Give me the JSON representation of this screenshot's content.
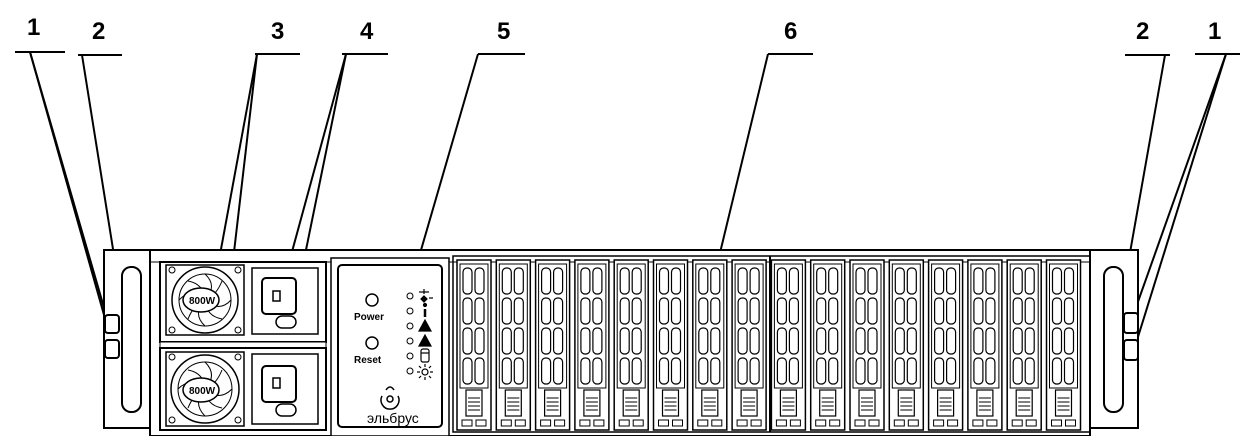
{
  "callouts": [
    "1",
    "2",
    "3",
    "4",
    "5",
    "6",
    "2",
    "1"
  ],
  "psu": {
    "top_label": "800W",
    "bottom_label": "800W"
  },
  "control_panel": {
    "power_label": "Power",
    "reset_label": "Reset",
    "brand": "эльбрус",
    "indicator_icons": [
      "network-activity-icon",
      "info-icon",
      "warning-icon",
      "warning-icon",
      "drive-icon",
      "light-icon"
    ]
  },
  "drive_bays": {
    "count": 16
  }
}
